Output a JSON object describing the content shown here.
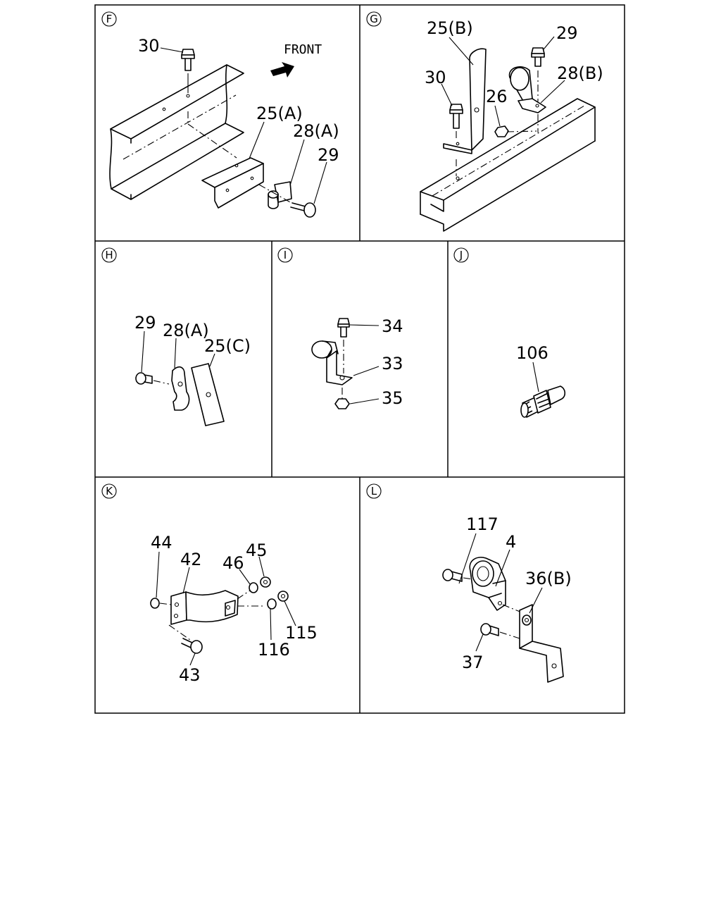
{
  "panels": {
    "F": {
      "marker": "F",
      "front_label": "FRONT",
      "labels": [
        "30",
        "25(A)",
        "28(A)",
        "29"
      ]
    },
    "G": {
      "marker": "G",
      "labels": [
        "25(B)",
        "29",
        "30",
        "28(B)",
        "26"
      ]
    },
    "H": {
      "marker": "H",
      "labels": [
        "29",
        "28(A)",
        "25(C)"
      ]
    },
    "I": {
      "marker": "I",
      "labels": [
        "34",
        "33",
        "35"
      ]
    },
    "J": {
      "marker": "J",
      "labels": [
        "106"
      ]
    },
    "K": {
      "marker": "K",
      "labels": [
        "44",
        "42",
        "46",
        "45",
        "115",
        "116",
        "43"
      ]
    },
    "L": {
      "marker": "L",
      "labels": [
        "117",
        "4",
        "36(B)",
        "37"
      ]
    }
  }
}
